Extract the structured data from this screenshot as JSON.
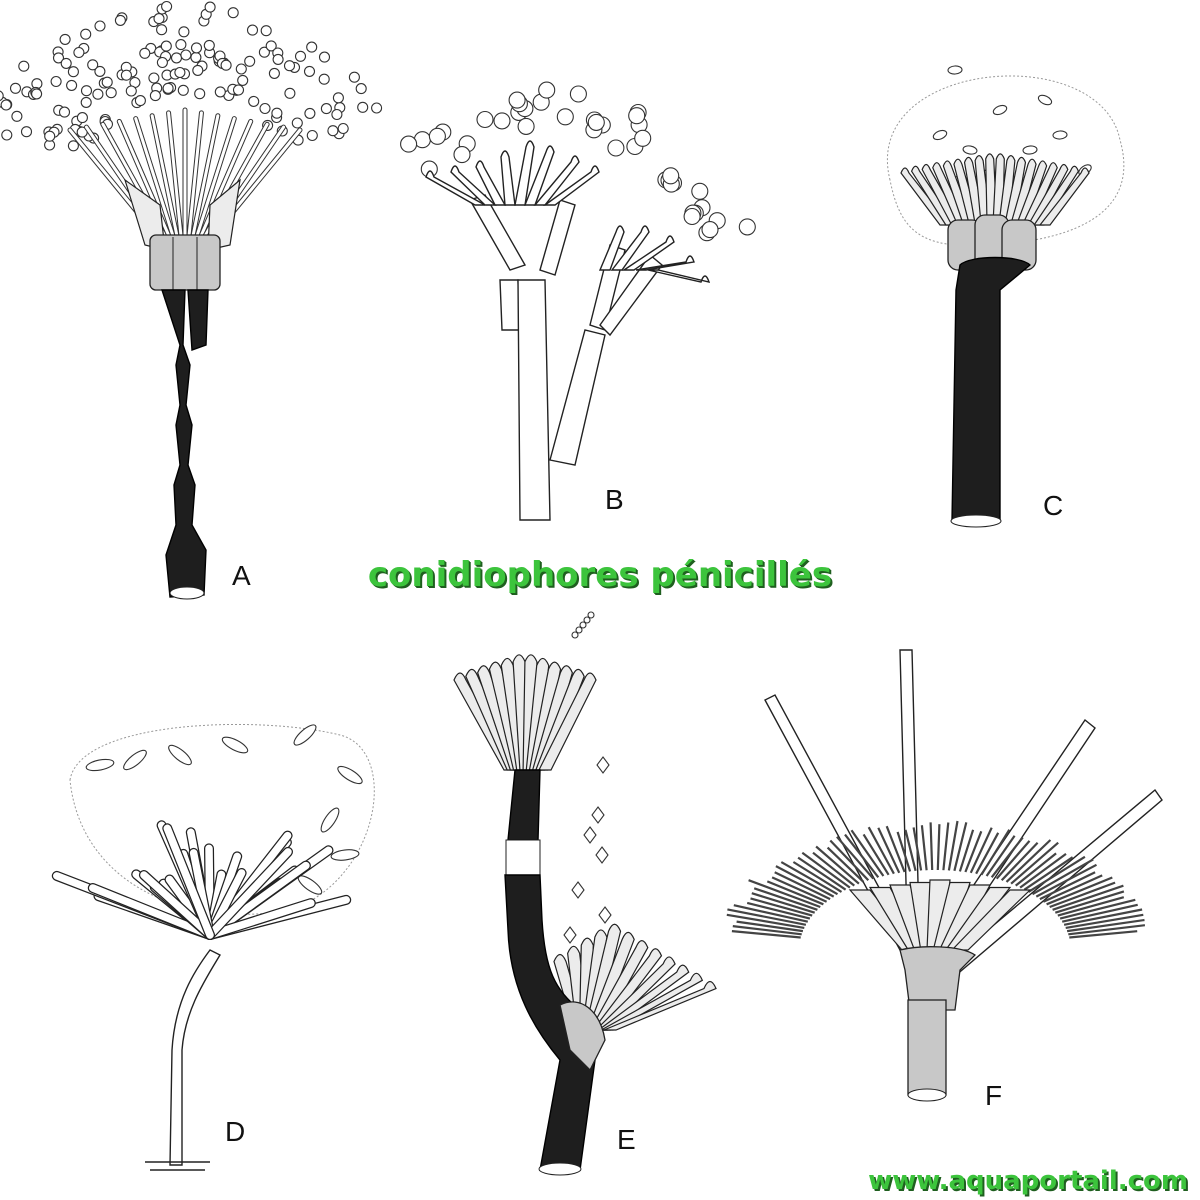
{
  "title": "conidiophores pénicillés",
  "watermark": "www.aquaportail.com",
  "panels": [
    {
      "label": "A",
      "icon": "penicillate-conidiophore-chains"
    },
    {
      "label": "B",
      "icon": "branched-penicillus"
    },
    {
      "label": "C",
      "icon": "conidiophore-slimy-head"
    },
    {
      "label": "D",
      "icon": "branched-conidiophore-slimy-head"
    },
    {
      "label": "E",
      "icon": "branched-conidiophore-two-heads"
    },
    {
      "label": "F",
      "icon": "conidiophore-with-setae"
    }
  ],
  "colors": {
    "title": "#3cc43c",
    "title_shadow": "#1f5f1f",
    "ink": "#111111"
  }
}
